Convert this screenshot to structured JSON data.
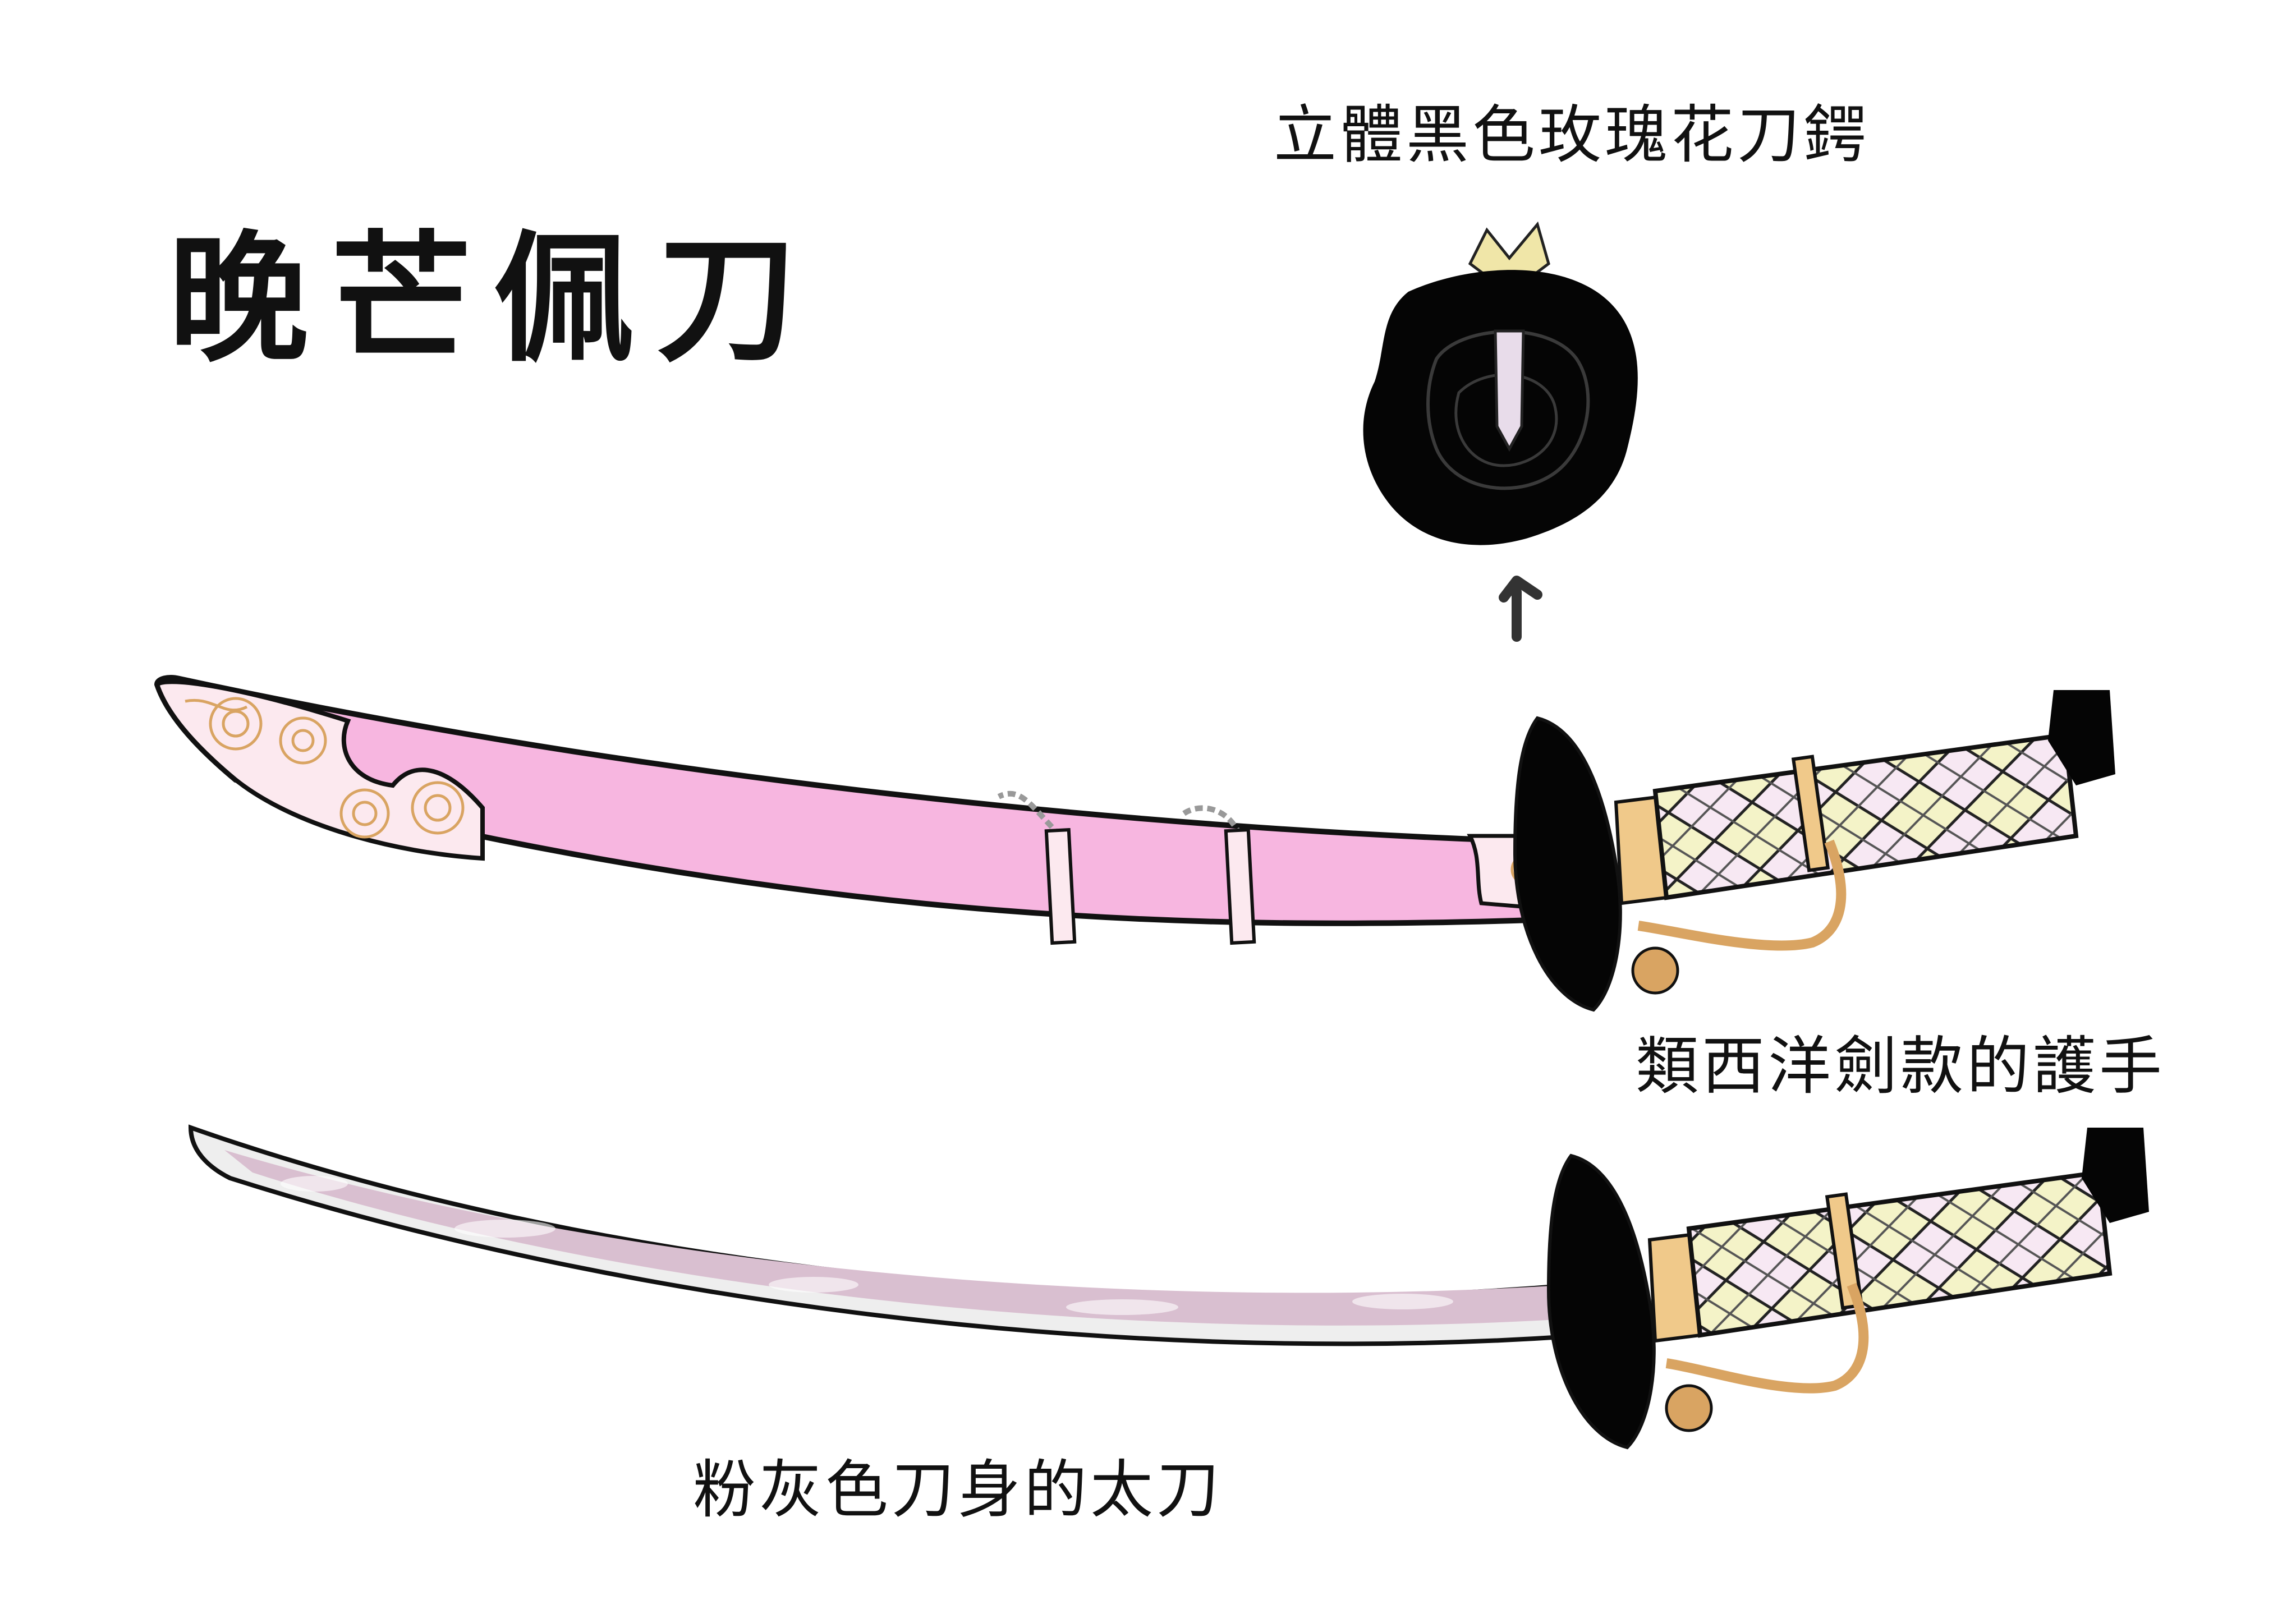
{
  "title": "晚芒佩刀",
  "labels": {
    "rose_tsuba": "立體黑色玫瑰花刀鍔",
    "guard": "類西洋劍款的護手",
    "blade": "粉灰色刀身的太刀"
  },
  "colors": {
    "scabbard": "#f7b6e0",
    "scabbard_tip": "#fce9ef",
    "rose_gold": "#d9a462",
    "blade": "#d9bfd0",
    "blade_edge": "#eeeeee",
    "tsuba": "#050505",
    "handle_wrap": "#f7e8f3",
    "handle_diamond": "#f4f3c8",
    "outline": "#111111"
  },
  "icons": [
    "black-rose-tsuba-icon",
    "arrow-up-icon",
    "rose-charm-icon",
    "chain-icon"
  ]
}
